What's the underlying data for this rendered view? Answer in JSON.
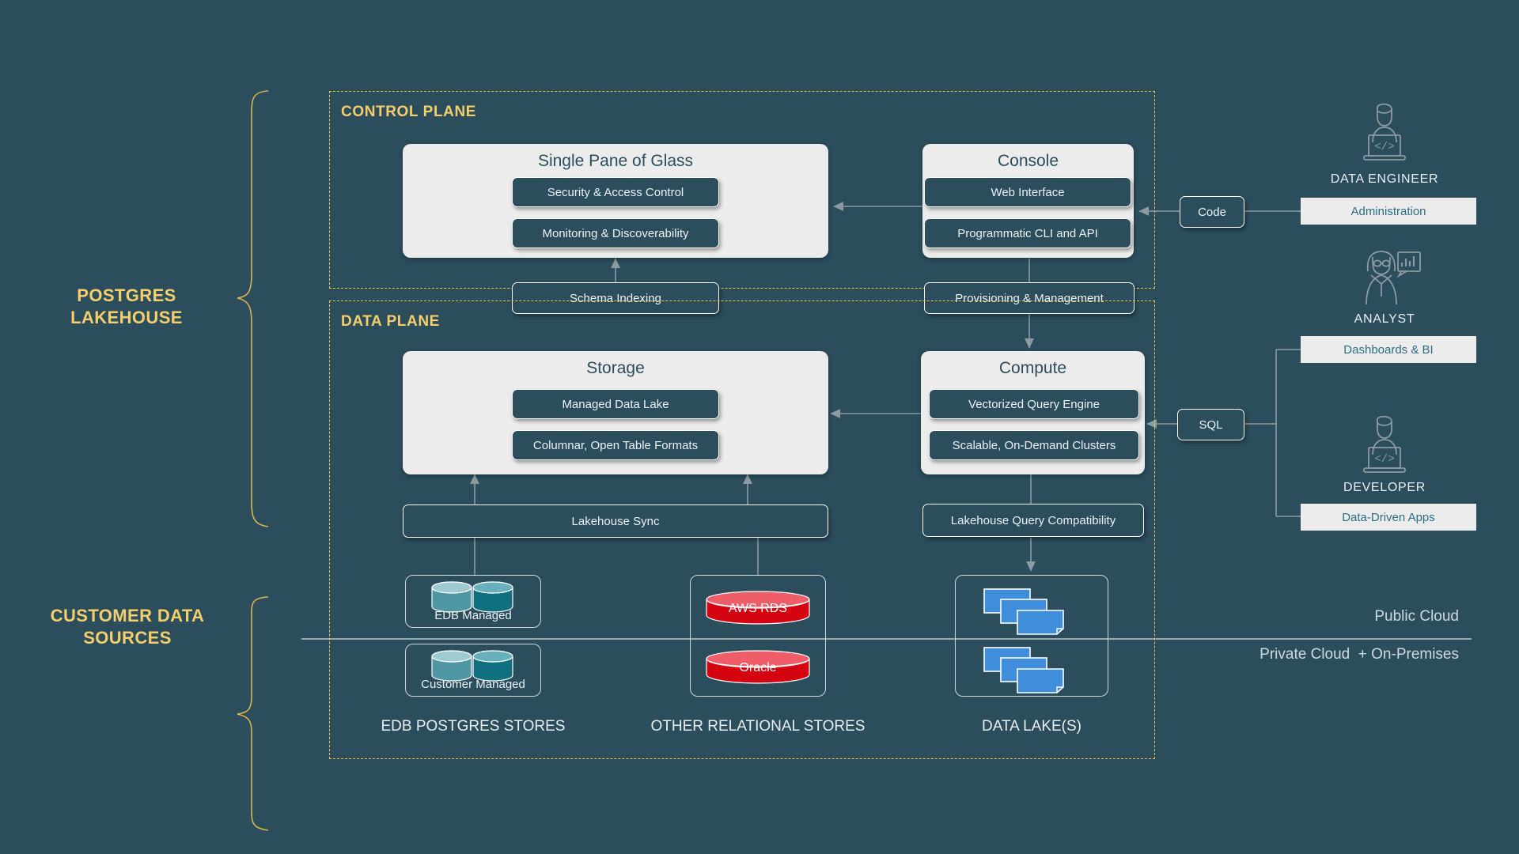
{
  "theme": {
    "bg": "#2b4d5c",
    "accent_yellow": "#f5cf6b",
    "card_bg": "#ececec",
    "chip_bg": "#2b4d5c",
    "teal_cyl": "#4e97a3",
    "teal_cyl_dark": "#11707f",
    "red_cyl": "#d40511",
    "blue_file": "#3f8edc",
    "line": "#8c9ba2"
  },
  "braces": [
    {
      "label": "POSTGRES\nLAKEHOUSE"
    },
    {
      "label": "CUSTOMER DATA\nSOURCES"
    }
  ],
  "planes": [
    {
      "title": "CONTROL PLANE"
    },
    {
      "title": "DATA PLANE"
    }
  ],
  "control_plane": {
    "single_pane": {
      "title": "Single Pane of Glass",
      "chips": [
        "Security & Access Control",
        "Monitoring & Discoverability"
      ]
    },
    "console": {
      "title": "Console",
      "chips": [
        "Web Interface",
        "Programmatic CLI and API"
      ]
    }
  },
  "bridge_chips": {
    "schema_indexing": "Schema Indexing",
    "provisioning": "Provisioning & Management"
  },
  "data_plane": {
    "storage": {
      "title": "Storage",
      "chips": [
        "Managed Data Lake",
        "Columnar, Open Table Formats"
      ]
    },
    "compute": {
      "title": "Compute",
      "chips": [
        "Vectorized Query Engine",
        "Scalable, On-Demand Clusters"
      ]
    },
    "connectors": {
      "lakehouse_sync": "Lakehouse Sync",
      "query_compat": "Lakehouse Query Compatibility"
    }
  },
  "interfaces": {
    "code": "Code",
    "sql": "SQL"
  },
  "personas": [
    {
      "name": "DATA ENGINEER",
      "icon": "person-laptop-code-icon",
      "outcome": "Administration"
    },
    {
      "name": "ANALYST",
      "icon": "person-chart-bubble-icon",
      "outcome": "Dashboards & BI"
    },
    {
      "name": "DEVELOPER",
      "icon": "person-laptop-code-icon",
      "outcome": "Data-Driven Apps"
    }
  ],
  "sources": [
    {
      "caption": "EDB POSTGRES STORES",
      "items": [
        {
          "label": "EDB Managed",
          "shape": "two-teal-cylinders"
        },
        {
          "label": "Customer Managed",
          "shape": "two-teal-cylinders"
        }
      ]
    },
    {
      "caption": "OTHER RELATIONAL STORES",
      "items": [
        {
          "label": "AWS RDS",
          "shape": "red-cylinder"
        },
        {
          "label": "Oracle",
          "shape": "red-cylinder"
        }
      ]
    },
    {
      "caption": "DATA LAKE(S)",
      "items": [
        {
          "label": "",
          "shape": "blue-file-stack"
        },
        {
          "label": "",
          "shape": "blue-file-stack"
        }
      ]
    }
  ],
  "deployment": {
    "public": "Public Cloud",
    "private": "Private Cloud  + On-Premises"
  }
}
